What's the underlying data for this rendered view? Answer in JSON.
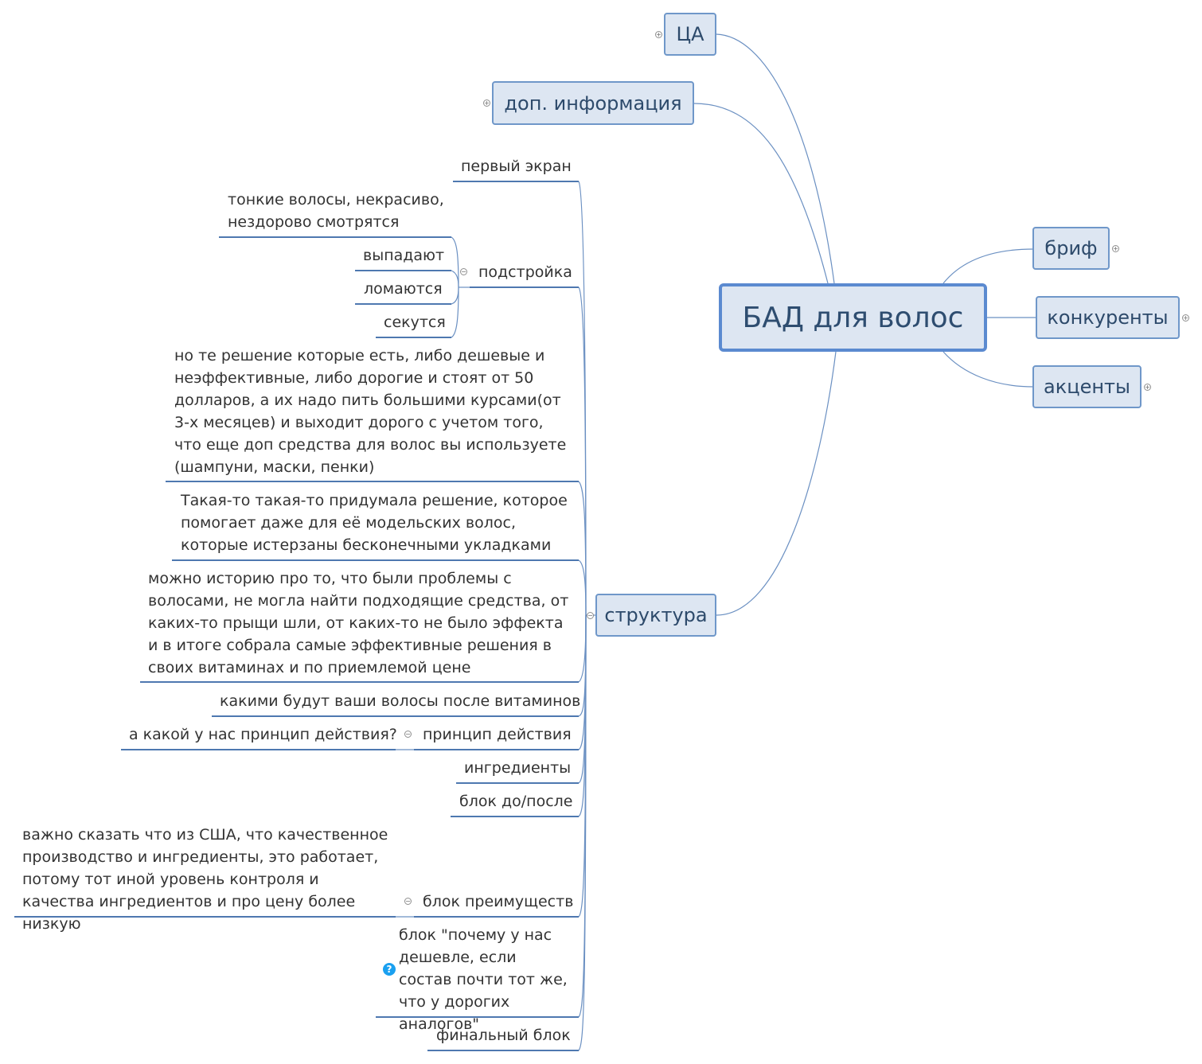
{
  "central": "БАД для волос",
  "top_branches": {
    "ca": "ЦА",
    "dop_info": "доп. информация",
    "brief": "бриф",
    "competitors": "конкуренты",
    "accents": "акценты",
    "structure": "структура"
  },
  "structure_items": {
    "first_screen": "первый экран",
    "adjust": "подстройка",
    "adjust_children": {
      "thin_hair": "тонкие волосы, некрасиво, нездорово смотрятся",
      "fall_out": "выпадают",
      "break": "ломаются",
      "split": "секутся"
    },
    "solutions": "но те решение которые есть, либо дешевые и неэффективные, либо дорогие и стоят от 50 долларов, а их  надо пить большими курсами(от 3-х месяцев) и выходит дорого с учетом того, что еще доп средства для волос вы используете (шампуни, маски, пенки)",
    "invented": "Такая-то такая-то придумала решение, которое помогает даже для её модельских волос, которые истерзаны бесконечными укладками",
    "story": "можно историю про то, что были проблемы с волосами, не могла найти подходящие средства, от каких-то прыщи шли, от каких-то не было эффекта и в итоге собрала самые эффективные решения в своих витаминах и по приемлемой цене",
    "hair_after": "какими будут ваши волосы после витаминов",
    "principle": "принцип действия",
    "principle_child": "а какой у нас принцип действия?",
    "ingredients": "ингредиенты",
    "before_after": "блок до/после",
    "advantages": "блок преимуществ",
    "advantages_child": "важно сказать что из США, что качественное производство и ингредиенты, это работает, потому тот иной уровень контроля и качества ингредиентов и про цену более низкую",
    "cheaper": "блок \"почему у нас дешевле, если состав почти тот же, что у дорогих аналогов\"",
    "final": "финальный блок"
  },
  "icons": {
    "expand": "plus-circle-icon",
    "collapse": "minus-circle-icon",
    "question": "question-marker-icon"
  },
  "colors": {
    "connector": "#6b90c2",
    "node_fill": "#dde6f2",
    "node_border": "#6f97c9",
    "text": "#333333",
    "marker": "#1aa0f0"
  }
}
